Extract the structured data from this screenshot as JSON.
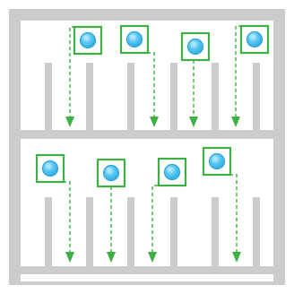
{
  "scene": {
    "kind": "grid-puzzle",
    "rows": 2,
    "columns": 6
  },
  "colors": {
    "background": "#ffffff",
    "frame": "#cccccc",
    "selector": "#3cb043",
    "arrow": "#3cb043",
    "token_fill": "#5bc8f2",
    "token_edge": "#2aa6dd",
    "token_highlight": "#a8e6ff"
  },
  "icons": {
    "token": "blue-gem-icon",
    "selector": "green-square-selector",
    "move": "dashed-arrow-down"
  },
  "pieces": [
    {
      "row": 1,
      "from_column": 2,
      "to_column": 2,
      "label": ""
    },
    {
      "row": 1,
      "from_column": 3,
      "to_column": 4,
      "label": ""
    },
    {
      "row": 1,
      "from_column": 5,
      "to_column": 5,
      "label": ""
    },
    {
      "row": 1,
      "from_column": 7,
      "to_column": 6,
      "label": ""
    },
    {
      "row": 2,
      "from_column": 2,
      "to_column": 2,
      "label": ""
    },
    {
      "row": 2,
      "from_column": 3,
      "to_column": 3,
      "label": ""
    },
    {
      "row": 2,
      "from_column": 5,
      "to_column": 4,
      "label": ""
    },
    {
      "row": 2,
      "from_column": 6,
      "to_column": 6,
      "label": ""
    }
  ]
}
